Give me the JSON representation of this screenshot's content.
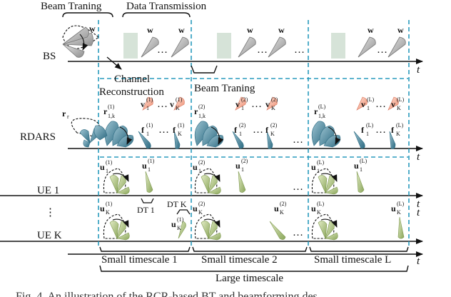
{
  "labels": {
    "beam_training_top": "Beam Traning",
    "data_transmission": "Data Transmission",
    "channel_reconstruction_1": "Channel",
    "channel_reconstruction_2": "Reconstruction",
    "beam_training_mid": "Beam Traning",
    "dt1": "DT 1",
    "dtk": "DT K",
    "small_timescale_1": "Small timescale 1",
    "small_timescale_2": "Small timescale 2",
    "small_timescale_L": "Small timescale L",
    "large_timescale": "Large timescale",
    "caption": "Fig. 4.   An illustration of the RCR-based BT and beamforming des"
  },
  "rows": {
    "bs": "BS",
    "rdars": "RDARS",
    "ue1": "UE 1",
    "uek": "UE K",
    "vdots": "⋮",
    "axis_t": "t"
  },
  "symbols": {
    "w": "w",
    "dots": "…",
    "r": "r",
    "r_sub": "r",
    "r1": "r",
    "r1_sup": "(1)",
    "r1_sub": "1,k",
    "r2_sup": "(2)",
    "rL_sup": "(L)",
    "v": "v",
    "f": "f",
    "u": "u",
    "sub_1": "1",
    "sub_K": "K",
    "sup_1": "(1)",
    "sup_2": "(2)",
    "sup_L": "(L)"
  },
  "colors": {
    "dash": "#2a9bbd",
    "block": "#d6e3d8",
    "beam_gray": "#b9b9b9",
    "beam_pink": "#f4a98f",
    "beam_teal": "#3f7f95",
    "beam_green": "#a7bd75"
  }
}
